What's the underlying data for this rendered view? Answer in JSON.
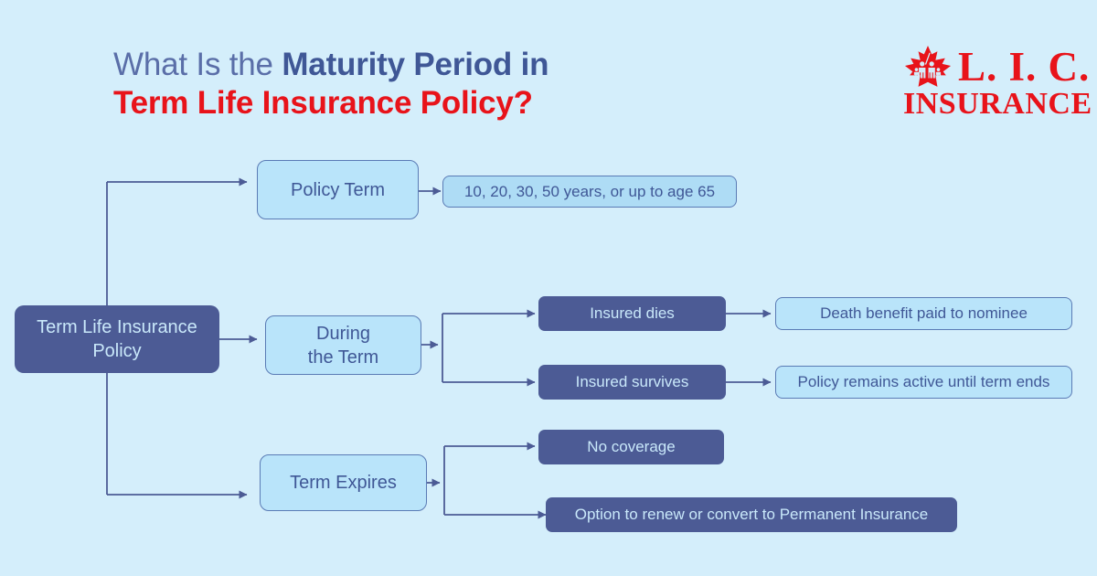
{
  "header": {
    "title_line1_plain": "What Is the ",
    "title_line1_strong": "Maturity Period in",
    "title_line2": "Term Life Insurance Policy?",
    "title_color_plain": "#5a6ea8",
    "title_color_strong": "#3f5796",
    "title_color_accent": "#e8131a"
  },
  "logo": {
    "leaf_icon": "maple-leaf-family-icon",
    "brand": "L. I. C.",
    "subtitle": "INSURANCE",
    "color": "#e8131a"
  },
  "flowchart": {
    "root": {
      "label": "Term Life Insurance Policy"
    },
    "branches": [
      {
        "stage": "Policy Term",
        "detail": "10, 20, 30, 50 years, or up to age 65",
        "events": []
      },
      {
        "stage": "During the Term",
        "stage_line1": "During",
        "stage_line2": "the Term",
        "events": [
          {
            "event": "Insured dies",
            "outcome": "Death benefit paid to nominee"
          },
          {
            "event": "Insured survives",
            "outcome": "Policy remains active until term ends"
          }
        ]
      },
      {
        "stage": "Term Expires",
        "events": [
          {
            "event": "No coverage",
            "outcome": null
          },
          {
            "event": "Option to renew or convert to Permanent Insurance",
            "outcome": null
          }
        ]
      }
    ]
  },
  "colors": {
    "background": "#d4eefb",
    "dark_node": "#4c5b95",
    "light_node": "#b9e4fa",
    "detail_node": "#aedcf5",
    "border": "#5a7bb5",
    "connector": "#4c5b95",
    "dark_text": "#3f5796",
    "light_text": "#c9e8fa"
  }
}
